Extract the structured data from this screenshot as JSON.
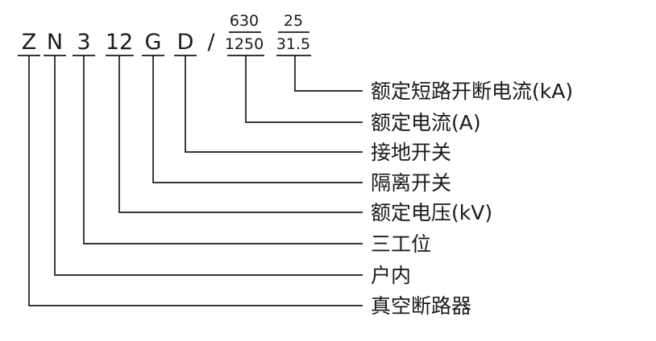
{
  "code": {
    "z": "Z",
    "n": "N",
    "three": "3",
    "twelve": "12",
    "g": "G",
    "d": "D",
    "slash": "/",
    "current_options": {
      "top": "630",
      "bottom": "1250"
    },
    "breaking_options": {
      "top": "25",
      "bottom": "31.5"
    }
  },
  "labels": [
    "额定短路开断电流(kA)",
    "额定电流(A)",
    "接地开关",
    "隔离开关",
    "额定电压(kV)",
    "三工位",
    "户内",
    "真空断路器"
  ]
}
